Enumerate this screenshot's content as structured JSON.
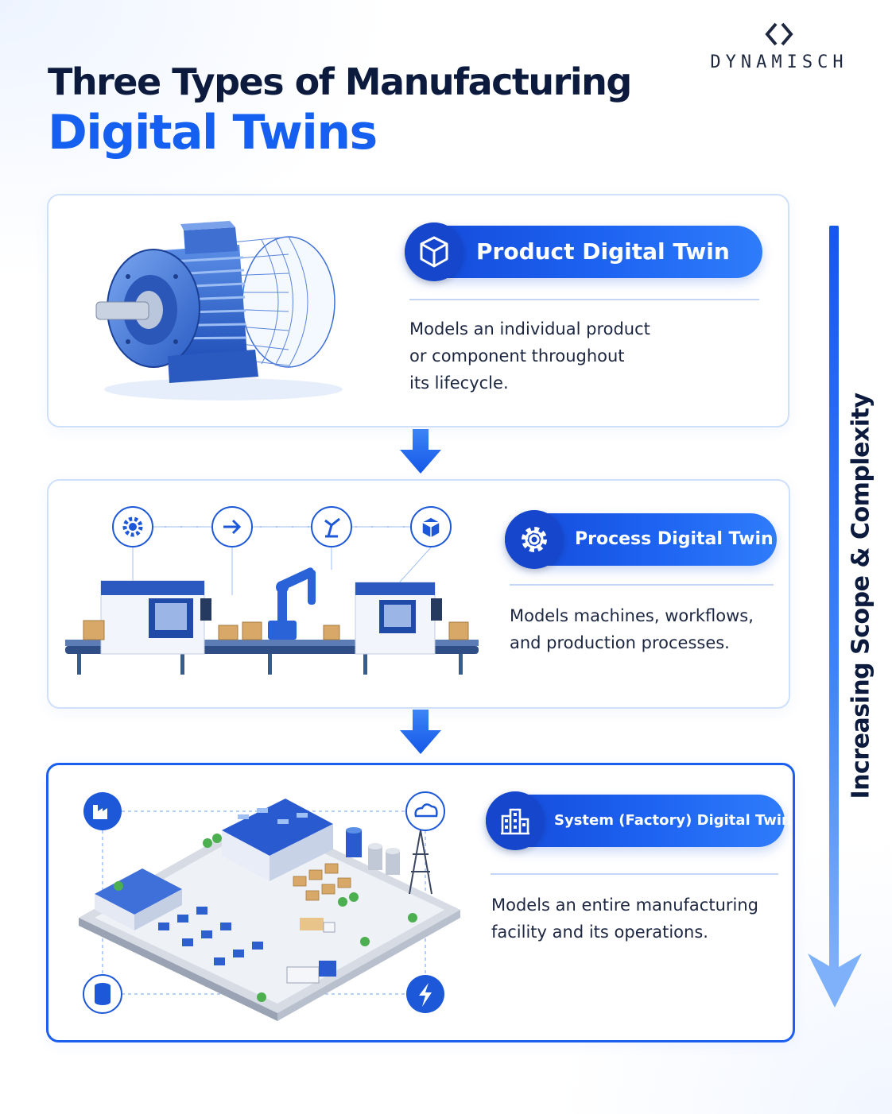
{
  "title": {
    "line1": "Three Types of Manufacturing",
    "line2": "Digital Twins"
  },
  "logo": {
    "text": "DYNAMISCH",
    "icon": "chevrons-logo-icon"
  },
  "cards": [
    {
      "label": "Product Digital Twin",
      "icon": "cube-icon",
      "description": [
        "Models an individual product",
        "or component throughout",
        "its lifecycle."
      ],
      "illustration": "electric-motor"
    },
    {
      "label": "Process Digital Twin",
      "icon": "gear-icon",
      "description": [
        "Models machines, workflows,",
        "and production processes."
      ],
      "illustration": "production-line"
    },
    {
      "label": "System (Factory) Digital Twin",
      "icon": "buildings-icon",
      "description": [
        "Models an entire manufacturing",
        "facility and its operations."
      ],
      "illustration": "factory-campus"
    }
  ],
  "scope_label": "Increasing Scope & Complexity",
  "colors": {
    "primary": "#1560f0",
    "dark": "#0b1a3d",
    "border": "#cfe0fb"
  }
}
